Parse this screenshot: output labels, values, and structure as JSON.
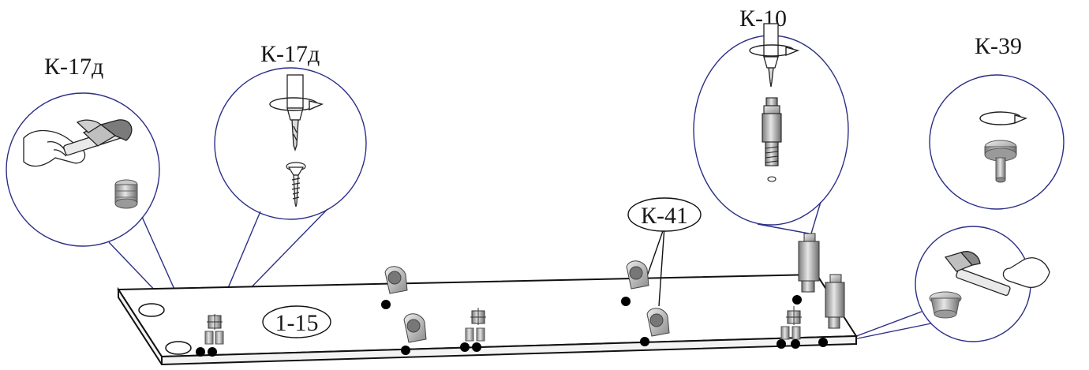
{
  "labels": {
    "k17d_left": "К-17д",
    "k17d_right": "К-17д",
    "k10": "К-10",
    "k39": "К-39",
    "k41": "К-41",
    "panel": "1-15"
  },
  "colors": {
    "callout_line": "#2b2f86",
    "panel_line": "#111111",
    "fastener_grey": "#a9a9a9",
    "hole_black": "#000000"
  },
  "icons": {
    "hammer": "hammer-icon",
    "screwdriver": "screwdriver-icon",
    "rotate": "rotate-arrow-icon",
    "eccentric": "eccentric-fitting-icon",
    "dowel": "dowel-icon",
    "screw": "screw-icon",
    "shelf_support": "shelf-support-icon"
  }
}
